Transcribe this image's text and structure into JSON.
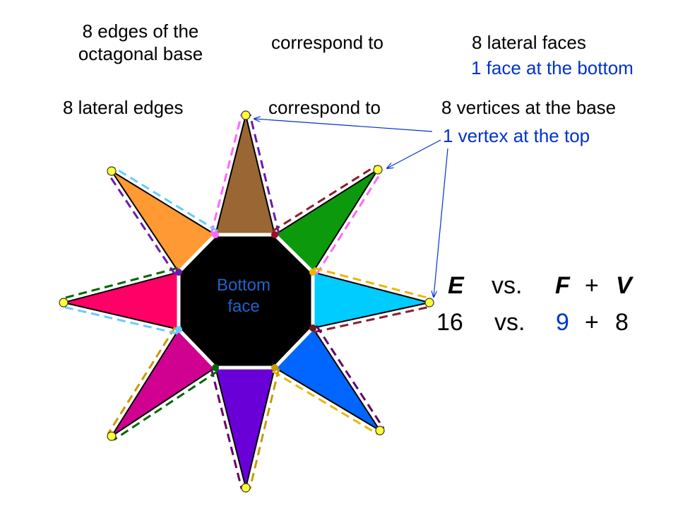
{
  "colors": {
    "octagon": "#000000",
    "rays": [
      "#9a6633",
      "#0c9a0c",
      "#00ccff",
      "#0066ff",
      "#6a00d8",
      "#d00090",
      "#ff0066",
      "#ff9933"
    ],
    "dashes": [
      "#ff66ff",
      "#8c1c2c",
      "#e8b800",
      "#660066",
      "#c89a00",
      "#006600",
      "#66ccff",
      "#6a1ab0"
    ],
    "basevertices": [
      "#ff66ff",
      "#a01020",
      "#e8b800",
      "#661a1a",
      "#c89a00",
      "#006600",
      "#66ccff",
      "#6a1ab0"
    ],
    "apex": "#ffff33",
    "arrow": "#0033cc",
    "bottom_label": "#1e63cc"
  },
  "row1": {
    "left": [
      "8 edges of the",
      "octagonal base"
    ],
    "middle": "correspond to",
    "right": "8 lateral faces",
    "extra": "1 face at the bottom"
  },
  "row2": {
    "left": "8 lateral edges",
    "middle": "correspond to",
    "right": "8 vertices at the base",
    "extra": "1 vertex at the top"
  },
  "bottom_face": [
    "Bottom",
    "face"
  ],
  "formula": {
    "e": "E",
    "vs": "vs.",
    "f": "F",
    "plus": "+",
    "v": "V",
    "e_val": "16",
    "vs2": "vs.",
    "f_val": "9",
    "plus2": "+",
    "v_val": "8"
  }
}
